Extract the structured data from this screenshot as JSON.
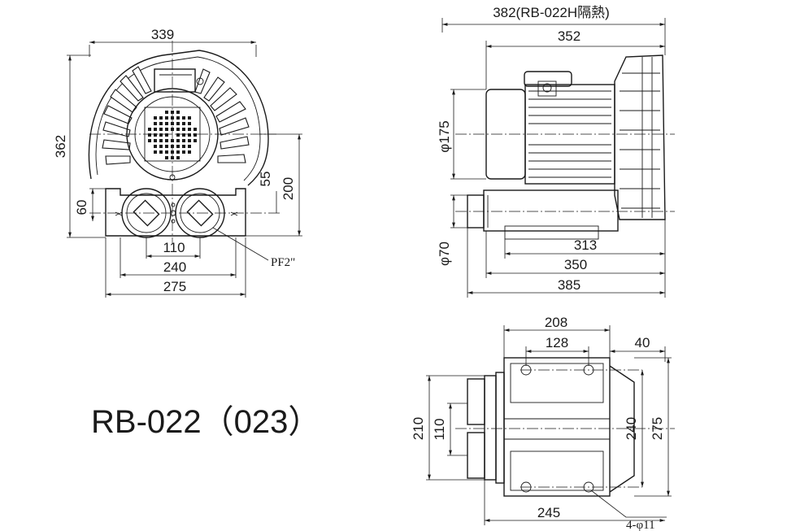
{
  "model": "RB-022（023）",
  "front_view": {
    "width": "339",
    "height": "362",
    "foot_height": "60",
    "outlet_offset": "55",
    "shaft_height": "200",
    "port_spacing": "110",
    "foot_inner": "240",
    "foot_outer": "275",
    "port_thread": "PF2\""
  },
  "side_view": {
    "length_with_insulation": "382(RB-022H隔熱)",
    "length": "352",
    "motor_diameter": "φ175",
    "port_diameter": "φ70",
    "base_length_1": "313",
    "base_length_2": "350",
    "overall_length": "385"
  },
  "bottom_view": {
    "width": "208",
    "hole_spacing_x": "128",
    "edge_offset": "40",
    "height_outer": "210",
    "port_span": "110",
    "hole_spacing_y": "240",
    "base_depth": "275",
    "base_length": "245",
    "mounting_holes": "4-φ11"
  }
}
